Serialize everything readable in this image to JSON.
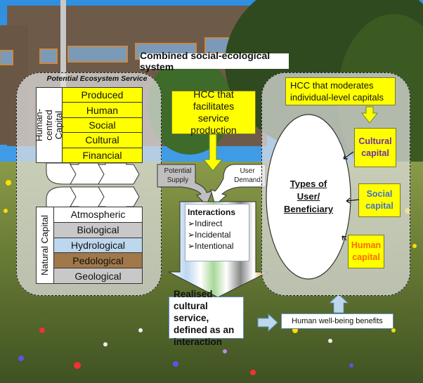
{
  "title": "Combined social-ecological system",
  "left_panel": {
    "heading": "Potential Ecosystem Service",
    "human_centred": {
      "label": "Human-centred Capital",
      "items": [
        "Produced",
        "Human",
        "Social",
        "Cultural",
        "Financial"
      ]
    },
    "natural": {
      "label": "Natural Capital",
      "items": [
        {
          "name": "Atmospheric",
          "color": "#ffffff"
        },
        {
          "name": "Biological",
          "color": "#c8c8c8"
        },
        {
          "name": "Hydrological",
          "color": "#bdd7ee"
        },
        {
          "name": "Pedological",
          "color": "#a0784a"
        },
        {
          "name": "Geological",
          "color": "#c8c8c8"
        }
      ]
    }
  },
  "center": {
    "hcc_box": "HCC that facilitates service production",
    "potential_supply": "Potential Supply",
    "user_demand": "User Demand",
    "interactions": {
      "heading": "Interactions",
      "items": [
        "Indirect",
        "Incidental",
        "Intentional"
      ],
      "bullet": "➢"
    },
    "realised": "Realised cultural service, defined as an interaction"
  },
  "right_panel": {
    "hcc_box": "HCC that moderates individual-level capitals",
    "ellipse_label": "Types of User/ Beneficiary",
    "capitals": [
      {
        "label": "Cultural capital",
        "color": "#7030a0"
      },
      {
        "label": "Social capital",
        "color": "#4472c4"
      },
      {
        "label": "Human capital",
        "color": "#ff6a00"
      }
    ]
  },
  "benefits": "Human well-being benefits",
  "colors": {
    "yellow": "#ffff00",
    "arrow_blue": "#bdd7ee",
    "border_blue": "#5b8fc4"
  }
}
